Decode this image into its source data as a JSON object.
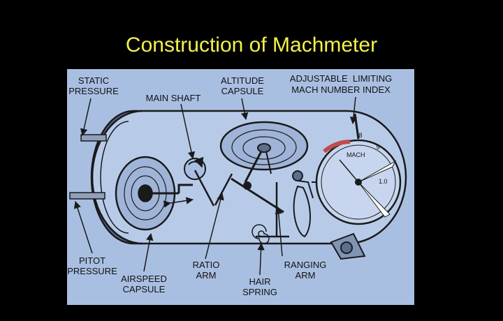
{
  "title": "Construction of Machmeter",
  "labels": {
    "static_pressure": [
      "STATIC",
      "PRESSURE"
    ],
    "main_shaft": [
      "MAIN SHAFT"
    ],
    "altitude_capsule": [
      "ALTITUDE",
      "CAPSULE"
    ],
    "adjustable_index": [
      "ADJUSTABLE  LIMITING",
      "MACH NUMBER INDEX"
    ],
    "pitot_pressure": [
      "PITOT",
      "PRESSURE"
    ],
    "ratio_arm": [
      "RATIO",
      "ARM"
    ],
    "ranging_arm": [
      "RANGING",
      "ARM"
    ],
    "airspeed_capsule": [
      "AIRSPEED",
      "CAPSULE"
    ],
    "hair_spring": [
      "HAIR",
      "SPRING"
    ]
  },
  "dial": {
    "face_text": "MACH",
    "ticks": [
      ".8",
      ".9",
      "1.0"
    ]
  },
  "colors": {
    "background": "#000000",
    "title": "#f2f24a",
    "diagram_bg": "#a9bfe2",
    "ink": "#1a1a1a"
  }
}
